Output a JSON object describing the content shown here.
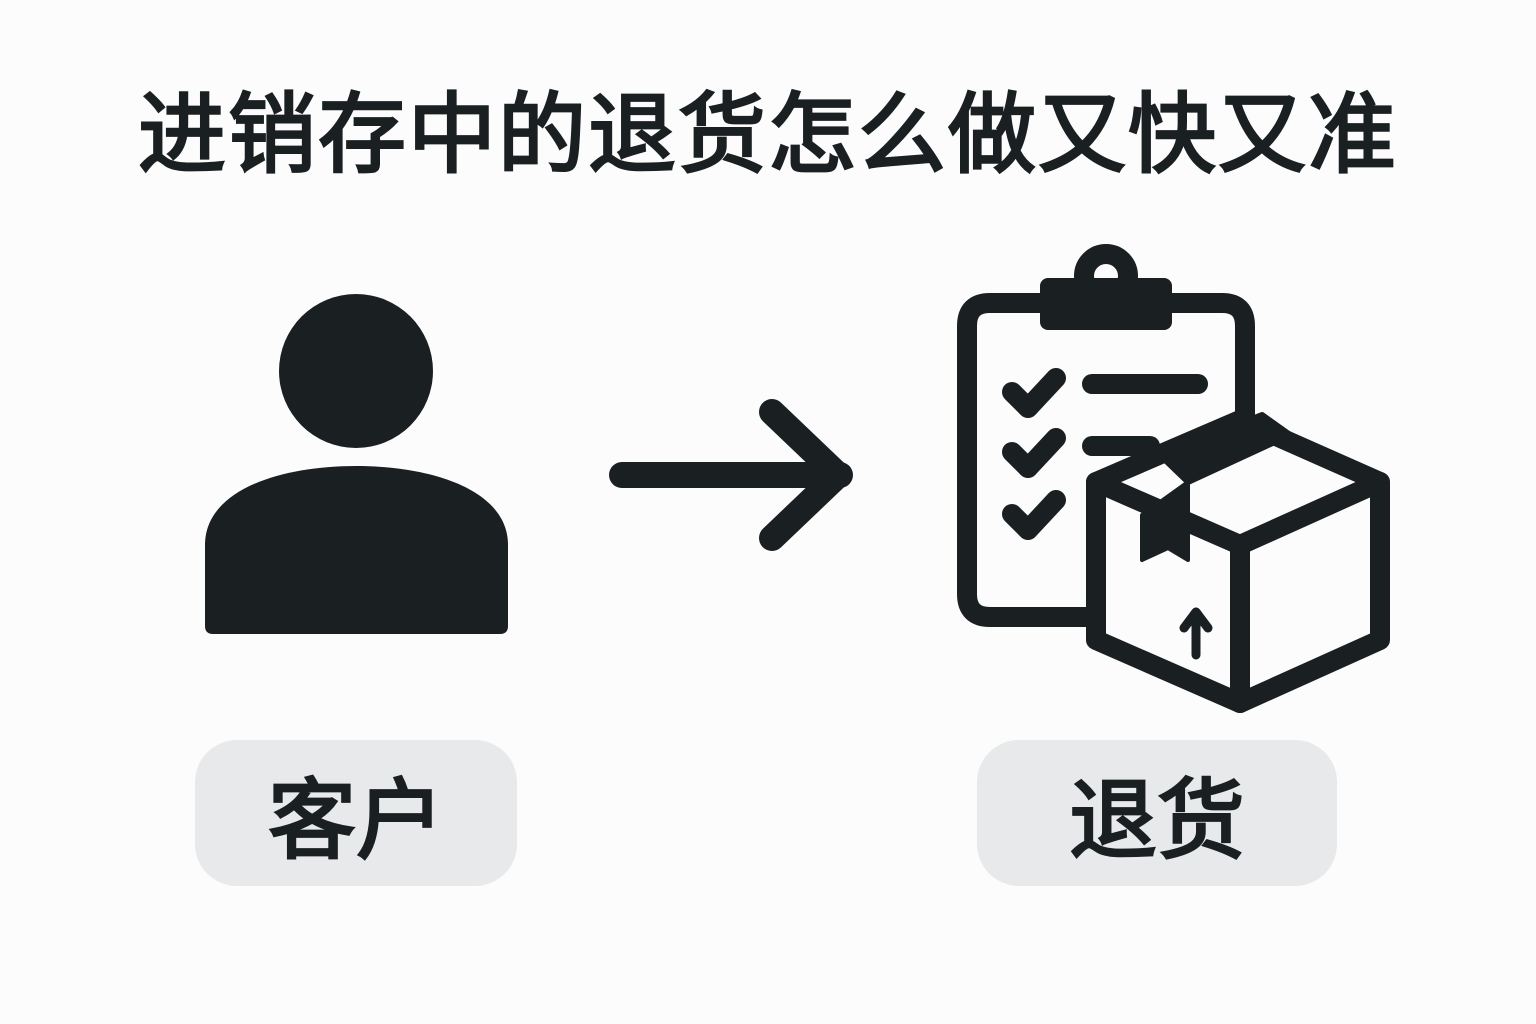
{
  "title": "进销存中的退货怎么做又快又准",
  "left_label": "客户",
  "right_label": "退货",
  "colors": {
    "ink": "#1a1f22",
    "pill_bg": "#e8e9ea",
    "background": "#fcfcfc"
  }
}
